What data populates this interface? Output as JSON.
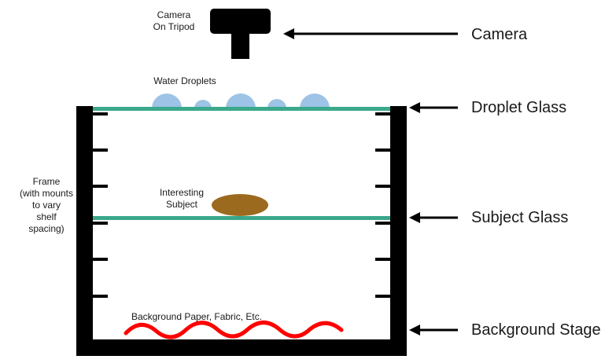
{
  "labels": {
    "camera_on_tripod": [
      "Camera",
      "On Tripod"
    ],
    "water_droplets": "Water Droplets",
    "interesting_subject": [
      "Interesting",
      "Subject"
    ],
    "frame": [
      "Frame",
      "(with mounts",
      "to vary",
      "shelf spacing)"
    ],
    "background_paper": "Background Paper, Fabric, Etc."
  },
  "callouts": {
    "camera": "Camera",
    "droplet_glass": "Droplet Glass",
    "subject_glass": "Subject Glass",
    "background_stage": "Background Stage"
  },
  "colors": {
    "frame": "#000000",
    "glass": "#3aa88a",
    "droplet": "#9dc3e6",
    "subject": "#9c6a1e",
    "background_wave": "#ff0000",
    "camera": "#000000",
    "arrow": "#000000"
  }
}
